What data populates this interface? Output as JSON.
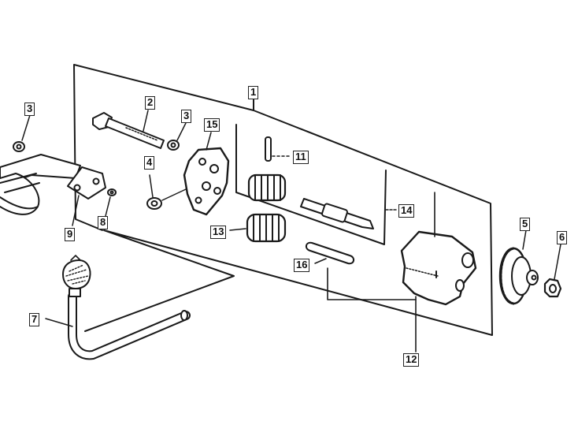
{
  "diagram": {
    "type": "exploded-parts-view",
    "colors": {
      "ink": "#1a1a1a",
      "background": "#ffffff"
    },
    "callouts": [
      {
        "id": "1",
        "label": "1"
      },
      {
        "id": "2",
        "label": "2"
      },
      {
        "id": "3a",
        "label": "3"
      },
      {
        "id": "3b",
        "label": "3"
      },
      {
        "id": "4",
        "label": "4"
      },
      {
        "id": "5",
        "label": "5"
      },
      {
        "id": "6",
        "label": "6"
      },
      {
        "id": "7",
        "label": "7"
      },
      {
        "id": "8",
        "label": "8"
      },
      {
        "id": "9",
        "label": "9"
      },
      {
        "id": "11",
        "label": "11"
      },
      {
        "id": "12",
        "label": "12"
      },
      {
        "id": "13",
        "label": "13"
      },
      {
        "id": "14",
        "label": "14"
      },
      {
        "id": "15",
        "label": "15"
      },
      {
        "id": "16",
        "label": "16"
      }
    ]
  }
}
